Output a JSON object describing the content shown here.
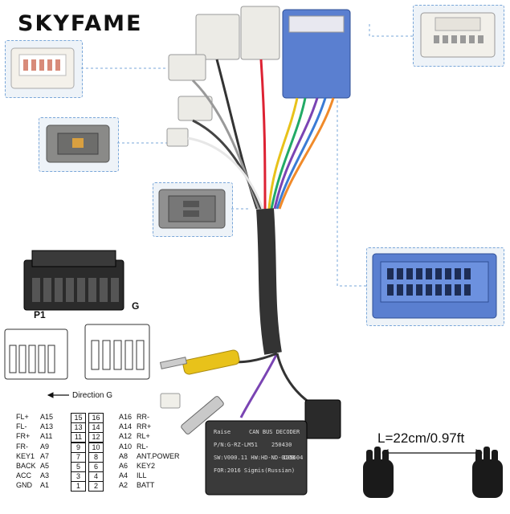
{
  "brand": "SKYFAME",
  "watermark": "SKYFAME",
  "labels": {
    "p1": "P1",
    "g": "G",
    "direction": "Direction G",
    "length": "L=22cm/0.97ft"
  },
  "decoder": {
    "title": "CAN BUS DECODER",
    "brand": "Raise",
    "model": "P/N:G-RZ-LM51",
    "code": "250430",
    "sw": "SW:V000.11 HW:HD-ND-010B",
    "serial": "105604",
    "vehicle": "FOR:2016 Sigmis(Russian)"
  },
  "pinout": [
    {
      "left_signal": "FL+",
      "left_pin": "A15",
      "box_a": "15",
      "box_b": "16",
      "right_pin": "A16",
      "right_signal": "RR-"
    },
    {
      "left_signal": "FL-",
      "left_pin": "A13",
      "box_a": "13",
      "box_b": "14",
      "right_pin": "A14",
      "right_signal": "RR+"
    },
    {
      "left_signal": "FR+",
      "left_pin": "A11",
      "box_a": "11",
      "box_b": "12",
      "right_pin": "A12",
      "right_signal": "RL+"
    },
    {
      "left_signal": "FR-",
      "left_pin": "A9",
      "box_a": "9",
      "box_b": "10",
      "right_pin": "A10",
      "right_signal": "RL-"
    },
    {
      "left_signal": "KEY1",
      "left_pin": "A7",
      "box_a": "7",
      "box_b": "8",
      "right_pin": "A8",
      "right_signal": "ANT.POWER"
    },
    {
      "left_signal": "BACK",
      "left_pin": "A5",
      "box_a": "5",
      "box_b": "6",
      "right_pin": "A6",
      "right_signal": "KEY2"
    },
    {
      "left_signal": "ACC",
      "left_pin": "A3",
      "box_a": "3",
      "box_b": "4",
      "right_pin": "A4",
      "right_signal": "ILL"
    },
    {
      "left_signal": "GND",
      "left_pin": "A1",
      "box_a": "1",
      "box_b": "2",
      "right_pin": "A2",
      "right_signal": "BATT"
    }
  ],
  "colors": {
    "blue_connector": "#5a7fd0",
    "callout_border": "#7aa7d9",
    "decoder_body": "#3a3a3a",
    "rca_yellow": "#e8c21a"
  }
}
